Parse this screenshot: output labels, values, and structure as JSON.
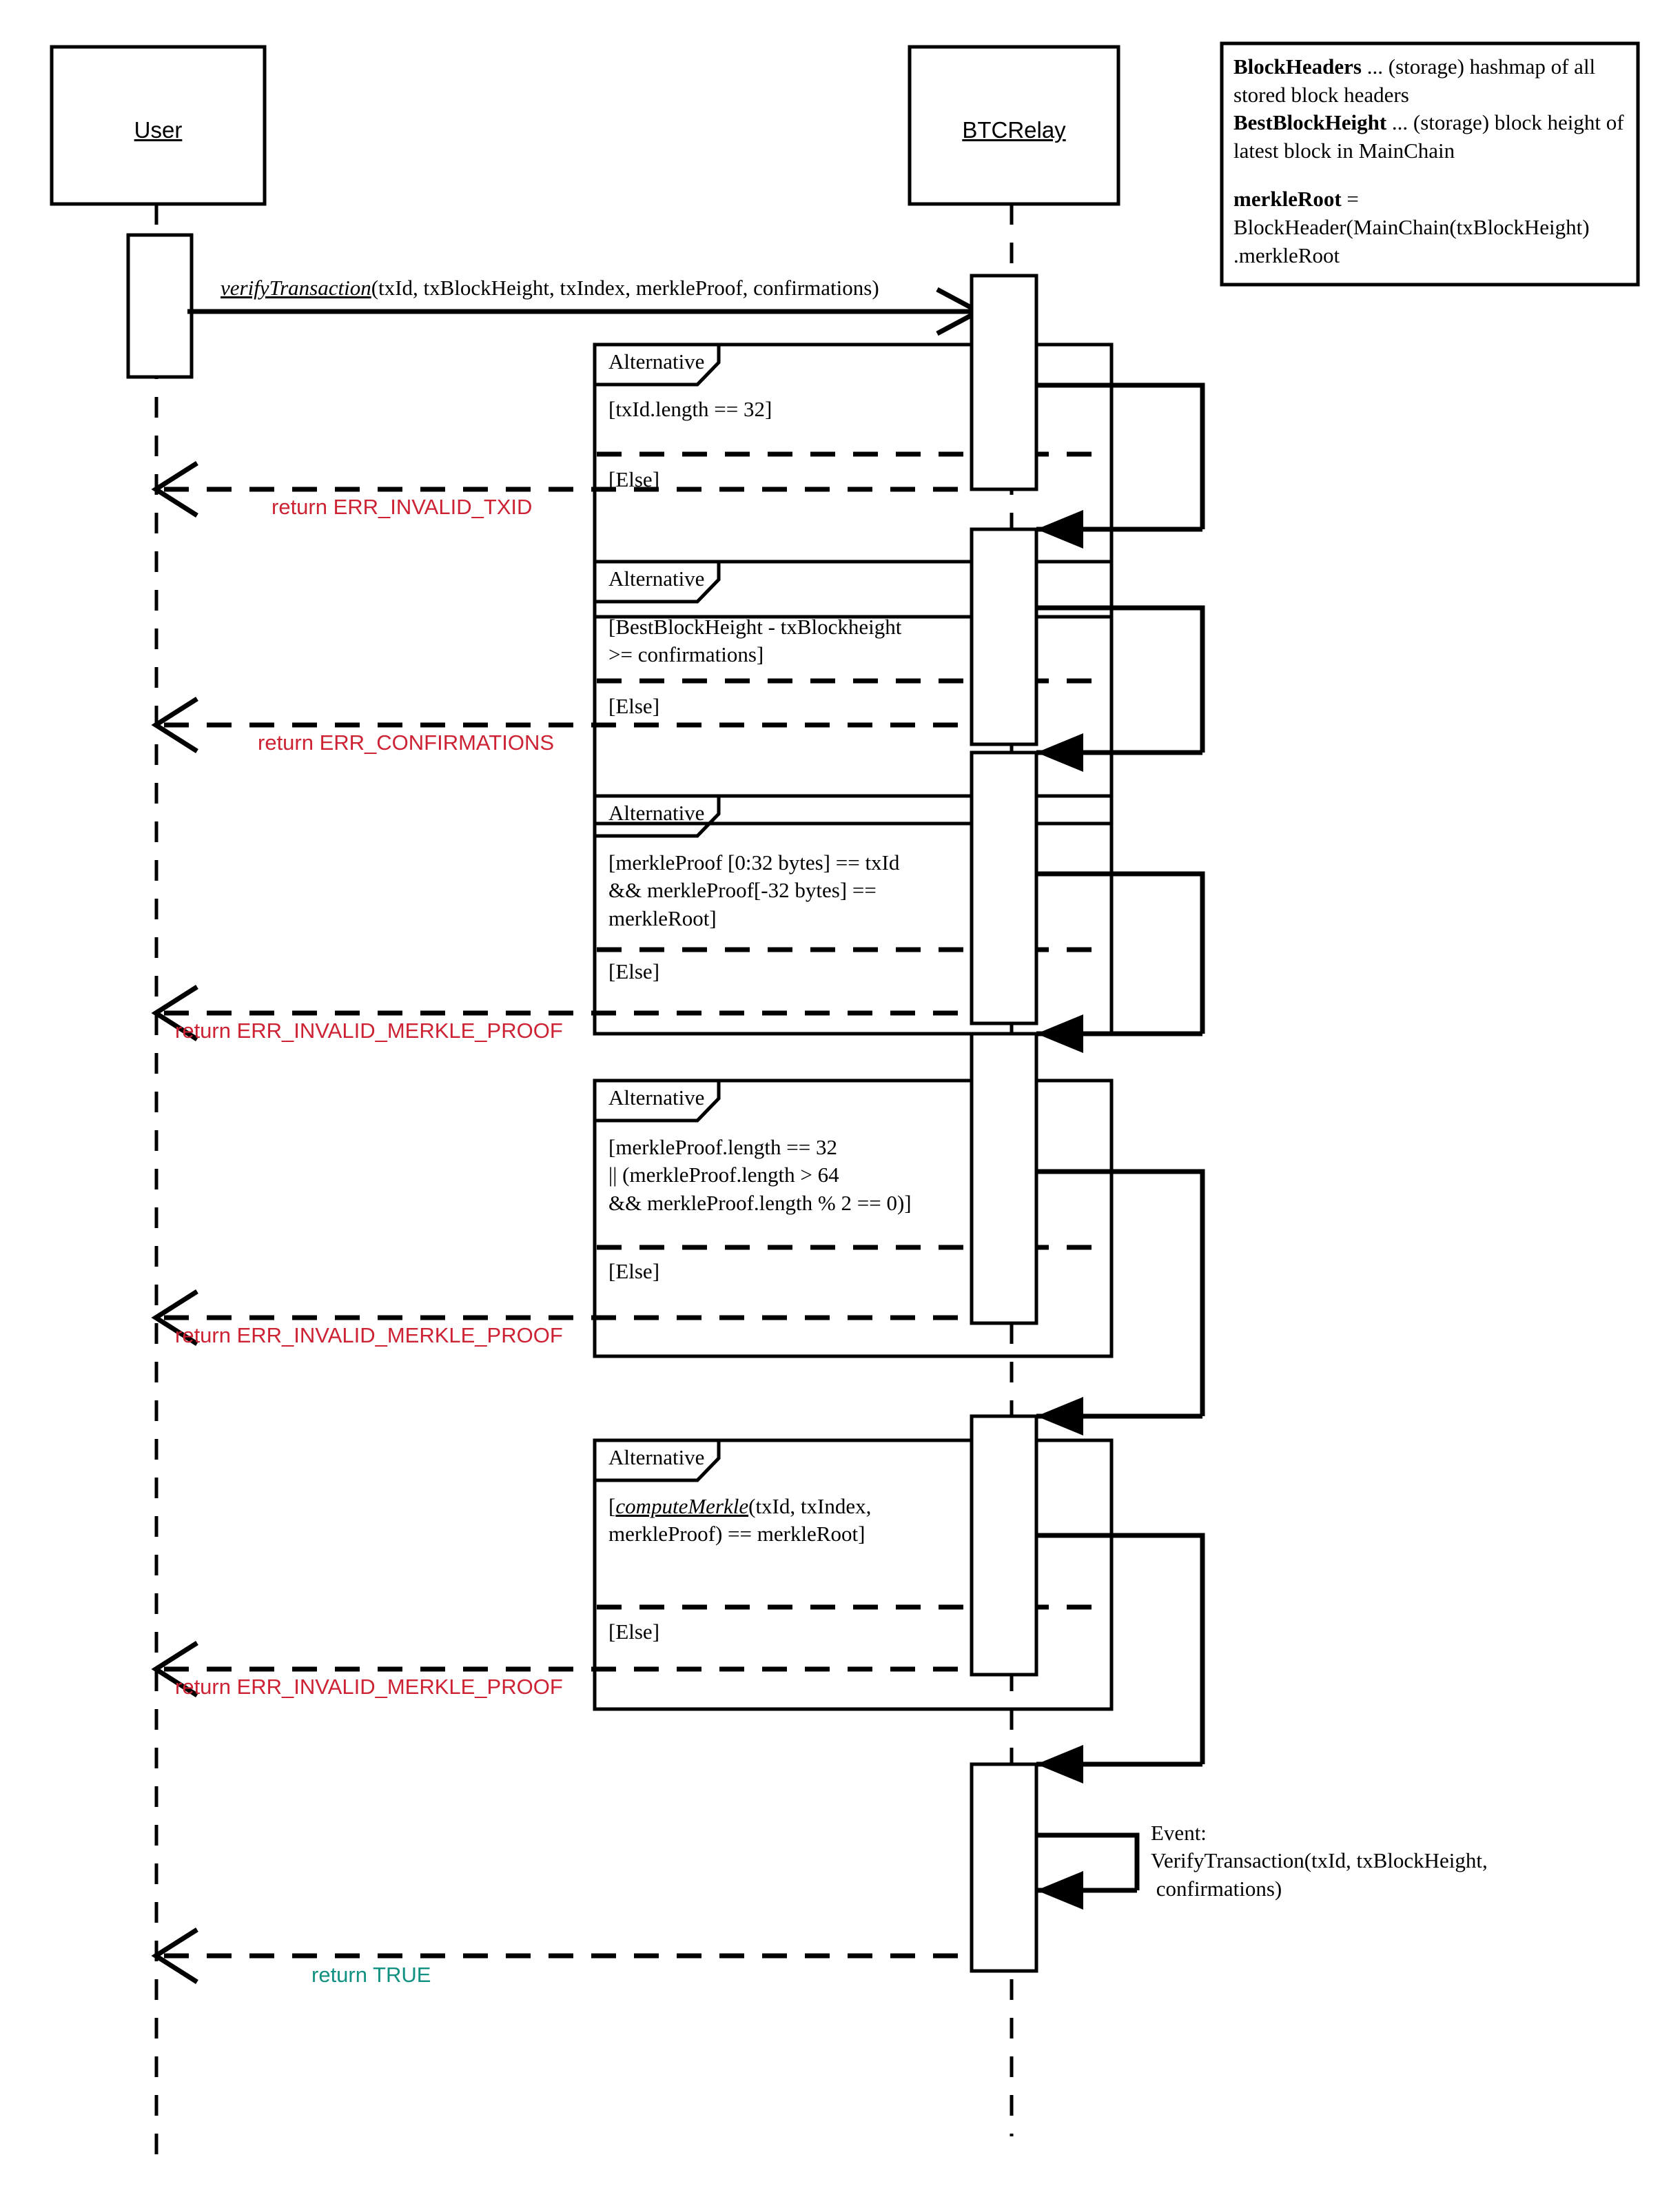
{
  "diagram": {
    "type": "uml-sequence-diagram",
    "title_visible": false,
    "actors": [
      {
        "id": "user",
        "label": "User"
      },
      {
        "id": "btcrelay",
        "label": "BTCRelay"
      }
    ],
    "note": {
      "lines": [
        {
          "bold": "BlockHeaders",
          "rest": " ... (storage) hashmap of all stored block headers"
        },
        {
          "bold": "BestBlockHeight",
          "rest": " ... (storage) block height of latest block in MainChain"
        },
        {
          "bold": "",
          "rest": ""
        },
        {
          "bold": "merkleRoot",
          "rest": " ="
        },
        {
          "bold": "",
          "rest": "BlockHeader(MainChain(txBlockHeight)"
        },
        {
          "bold": "",
          "rest": ".merkleRoot"
        }
      ],
      "plain_text": "BlockHeaders ... (storage) hashmap of all stored block headers\nBestBlockHeight ... (storage) block height of latest block in MainChain\n\nmerkleRoot =\nBlockHeader(MainChain(txBlockHeight)\n.merkleRoot"
    },
    "initial_message": {
      "operation": "verifyTransaction",
      "arguments": "(txId, txBlockHeight, txIndex, merkleProof, confirmations)",
      "from": "user",
      "to": "btcrelay",
      "kind": "synchronous-call"
    },
    "fragments": [
      {
        "index": 1,
        "tag": "Alternative",
        "guard": "[txId.length == 32]",
        "else_tag": "[Else]",
        "return_label": "return ERR_INVALID_TXID",
        "return_color": "#cc2233"
      },
      {
        "index": 2,
        "tag": "Alternative",
        "guard": "[BestBlockHeight - txBlockheight\n>= confirmations]",
        "else_tag": "[Else]",
        "return_label": "return ERR_CONFIRMATIONS",
        "return_color": "#cc2233"
      },
      {
        "index": 3,
        "tag": "Alternative",
        "guard": "[merkleProof [0:32 bytes] == txId\n&& merkleProof[-32 bytes] ==\nmerkleRoot]",
        "else_tag": "[Else]",
        "return_label": "return ERR_INVALID_MERKLE_PROOF",
        "return_color": "#cc2233"
      },
      {
        "index": 4,
        "tag": "Alternative",
        "guard": "[merkleProof.length == 32\n|| (merkleProof.length > 64\n&& merkleProof.length % 2 == 0)]",
        "else_tag": "[Else]",
        "return_label": "return ERR_INVALID_MERKLE_PROOF",
        "return_color": "#cc2233"
      },
      {
        "index": 5,
        "tag": "Alternative",
        "guard_italic": "computeMerkle",
        "guard": "[computeMerkle(txId, txIndex,\nmerkleProof) == merkleRoot]",
        "else_tag": "[Else]",
        "return_label": "return ERR_INVALID_MERKLE_PROOF",
        "return_color": "#cc2233"
      }
    ],
    "event": {
      "label_line1": "Event:",
      "label_line2": "VerifyTransaction(txId, txBlockHeight,",
      "label_line3": " confirmations)"
    },
    "final_return": {
      "label": "return TRUE",
      "color": "#109080"
    }
  }
}
